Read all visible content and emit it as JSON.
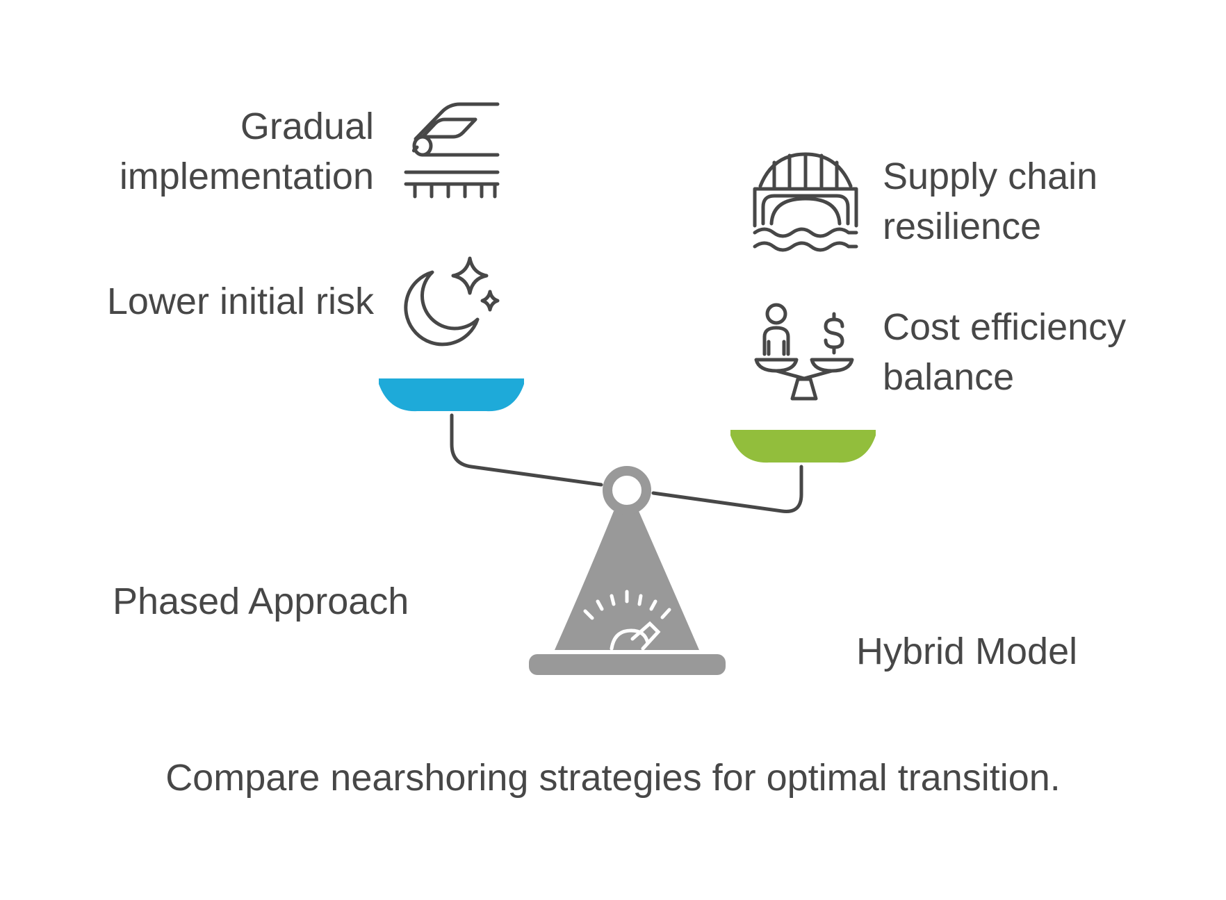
{
  "left": {
    "title": "Phased Approach",
    "color": "#1EAAD9",
    "items": [
      {
        "lines": [
          "Gradual",
          "implementation"
        ],
        "icon": "train-icon"
      },
      {
        "lines": [
          "Lower initial risk"
        ],
        "icon": "moon-stars-icon"
      }
    ]
  },
  "right": {
    "title": "Hybrid Model",
    "color": "#92BE3C",
    "items": [
      {
        "lines": [
          "Supply chain",
          "resilience"
        ],
        "icon": "bridge-icon"
      },
      {
        "lines": [
          "Cost efficiency",
          "balance"
        ],
        "icon": "person-money-scale-icon"
      }
    ]
  },
  "caption": "Compare nearshoring strategies for optimal transition.",
  "colors": {
    "text": "#474747",
    "icon": "#474747",
    "scale": "#999999"
  }
}
